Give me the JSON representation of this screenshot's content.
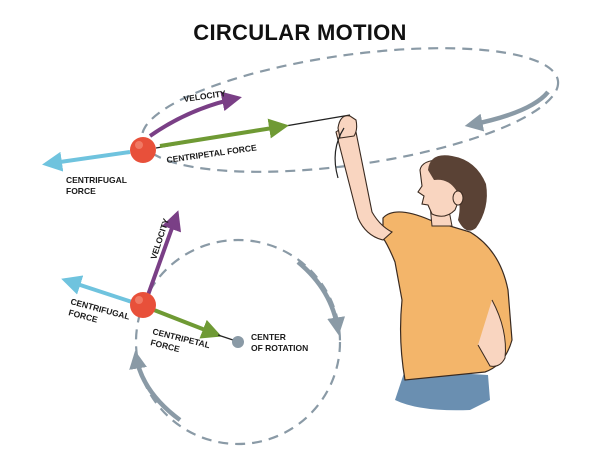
{
  "title": "CIRCULAR MOTION",
  "top_diagram": {
    "velocity_label": "VELOCITY",
    "centripetal_label": "CENTRIPETAL FORCE",
    "centrifugal_label_line1": "CENTRIFUGAL",
    "centrifugal_label_line2": "FORCE"
  },
  "bottom_diagram": {
    "velocity_label": "VELOCITY",
    "centrifugal_label_line1": "CENTRIFUGAL",
    "centrifugal_label_line2": "FORCE",
    "centripetal_label_line1": "CENTRIPETAL",
    "centripetal_label_line2": "FORCE",
    "center_label_line1": "CENTER",
    "center_label_line2": "OF ROTATION"
  },
  "colors": {
    "velocity": "#7a3f86",
    "centripetal": "#6f9a34",
    "centrifugal": "#6fc3de",
    "ball": "#e8503a",
    "path": "#8a9aa6",
    "shirt": "#f3b56a",
    "skin": "#f9d5c0",
    "hair": "#5a4235",
    "pants": "#6a8fb1",
    "center_dot": "#8a9aa6"
  }
}
